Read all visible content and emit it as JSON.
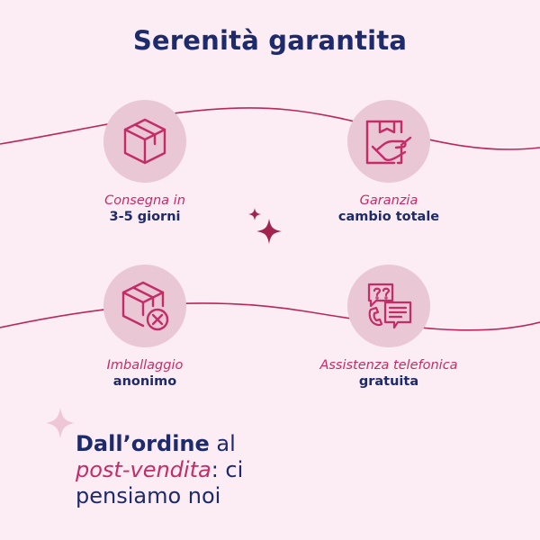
{
  "title": "Serenità garantita",
  "colors": {
    "background": "#fcecf3",
    "navy": "#1d2a6b",
    "accent": "#c42c68",
    "circle": "#e9c7d4"
  },
  "features": [
    {
      "icon": "box-icon",
      "italic": "Consegna in",
      "bold": "3-5 giorni"
    },
    {
      "icon": "box-exchange-icon",
      "italic": "Garanzia",
      "bold": "cambio totale"
    },
    {
      "icon": "box-anonymous-icon",
      "italic": "Imballaggio",
      "bold": "anonimo"
    },
    {
      "icon": "phone-support-icon",
      "italic": "Assistenza telefonica",
      "bold": "gratuita"
    }
  ],
  "tagline": {
    "part1": "Dall’ordine",
    "part2": " al",
    "part3": "post-vendita",
    "part4": ": ci",
    "part5": "pensiamo noi"
  }
}
